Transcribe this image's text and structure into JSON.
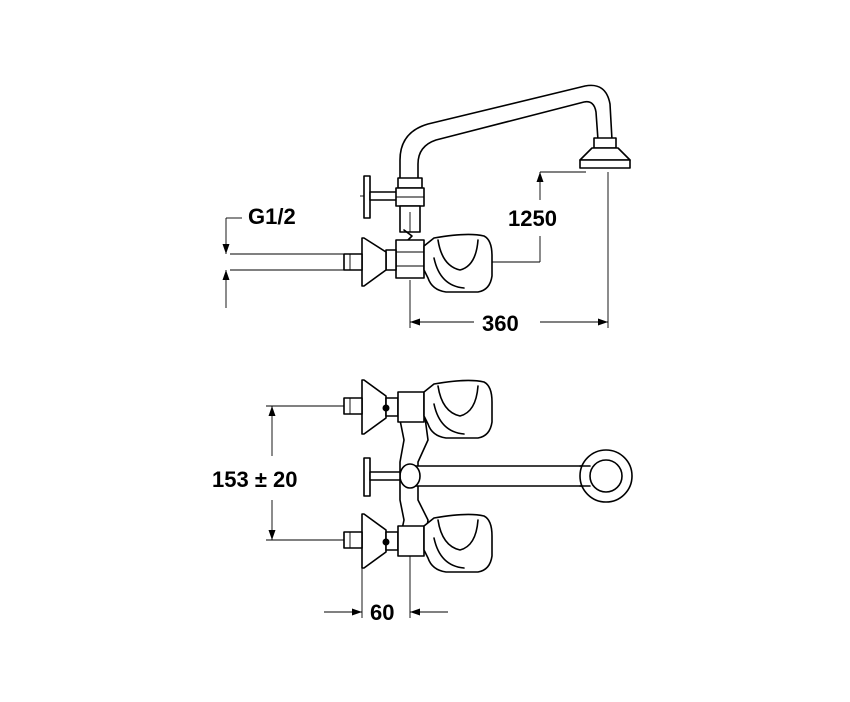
{
  "dimensions": {
    "thread": "G1/2",
    "height": "1250",
    "reach": "360",
    "spacing": "153 ± 20",
    "projection": "60"
  }
}
